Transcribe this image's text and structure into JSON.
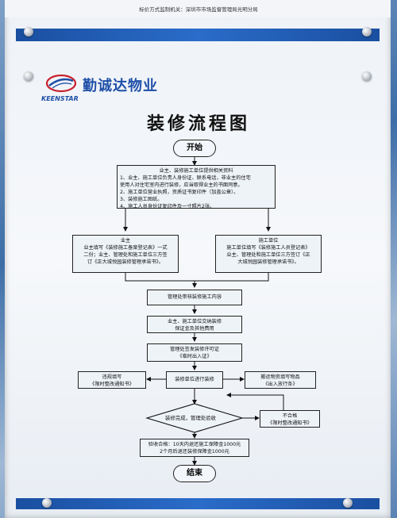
{
  "notice": "标价方式监制机关：深圳市市场监督管理局光明分局",
  "brand": {
    "name_cn": "勤诚达物业",
    "name_en": "KEENSTAR"
  },
  "title": "装修流程图",
  "start": "开始",
  "docs": {
    "header": "业主、装修施工单位提供相关资料",
    "items": [
      "1、业主、施工单位负责人身份证、联系电话，非业主的住宅",
      "使用人对住宅室内进行装修，应当取得业主的书面同意。",
      "2、施工单位营业执照，资质证书复印件（加盖公章）。",
      "3、装修施工图纸。",
      "4、施工人员身份证复印件及一寸照片2张。"
    ]
  },
  "owner": {
    "header": "业主",
    "lines": [
      "业主填写《装修施工备案登记表》一式",
      "二份；业主、管理处和施工单位三方签",
      "订《正大城悦园装修管理承诺书》。"
    ]
  },
  "contractor": {
    "header": "施工单位",
    "lines": [
      "施工单位填写《装修施工人员登记表》",
      "业主、管理处和施工单位三方签订《正",
      "大城悦园装修管理承诺书》。"
    ]
  },
  "step_review": "管理处审核装修施工内容",
  "step_deposit": [
    "业主、施工单位交纳装修",
    "保证金及其他费用"
  ],
  "step_permit": [
    "管理处签发装修许可证",
    "《临时出入证》"
  ],
  "step_construct": "装修单位进行装修",
  "violation": [
    "违规填写",
    "《限时整改通知书》"
  ],
  "moving": [
    "搬运物资填写物品",
    "《出入放行条》"
  ],
  "decision": "装修完成，管理处验收",
  "fail": [
    "不合格",
    "《限时整改通知书》"
  ],
  "pass": [
    "验收合格：10天内退还施工保障金1000元",
    "2个月后退还装修保障金1000元"
  ],
  "end": "结束"
}
